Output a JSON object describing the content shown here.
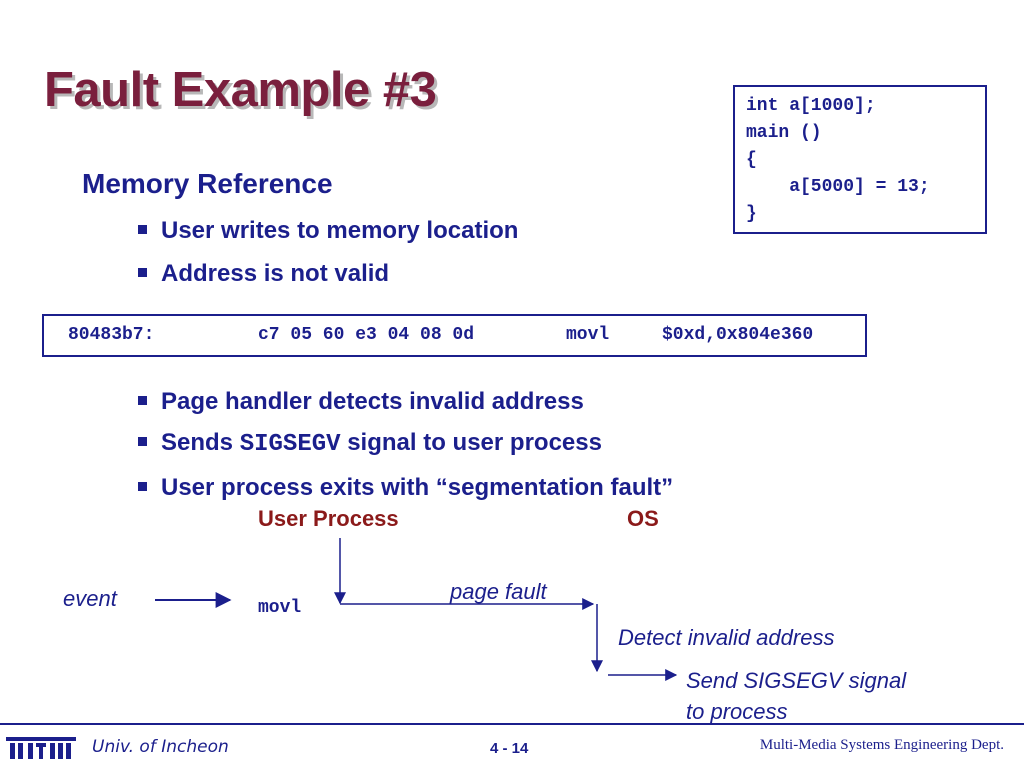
{
  "slide": {
    "title": "Fault Example #3",
    "subtitle": "Memory Reference",
    "bullets_top": [
      "User writes to memory location",
      "Address is not valid"
    ],
    "bullets_bottom": {
      "b1": "Page handler detects invalid address",
      "b2_pre": "Sends ",
      "b2_code": "SIGSEGV",
      "b2_post": " signal to user process",
      "b3": "User process exits with “segmentation fault”"
    }
  },
  "code": {
    "lines": [
      "int a[1000];",
      "main ()",
      "{",
      "    a[5000] = 13;",
      "}"
    ]
  },
  "assembly": {
    "address": "80483b7:",
    "bytes": "c7 05 60 e3 04 08 0d",
    "mnemonic": "movl",
    "operands": "$0xd,0x804e360"
  },
  "diagram": {
    "user_process_label": "User Process",
    "os_label": "OS",
    "event_label": "event",
    "instruction": "movl",
    "page_fault_label": "page fault",
    "detect_label": "Detect invalid address",
    "send_line1": "Send SIGSEGV signal",
    "send_line2": "to process"
  },
  "footer": {
    "university": "Univ. of Incheon",
    "page": "4 - 14",
    "department": "Multi-Media Systems Engineering Dept."
  },
  "colors": {
    "title": "#7a1f3d",
    "text": "#1b1f8c",
    "heading_red": "#8b1a1a"
  }
}
